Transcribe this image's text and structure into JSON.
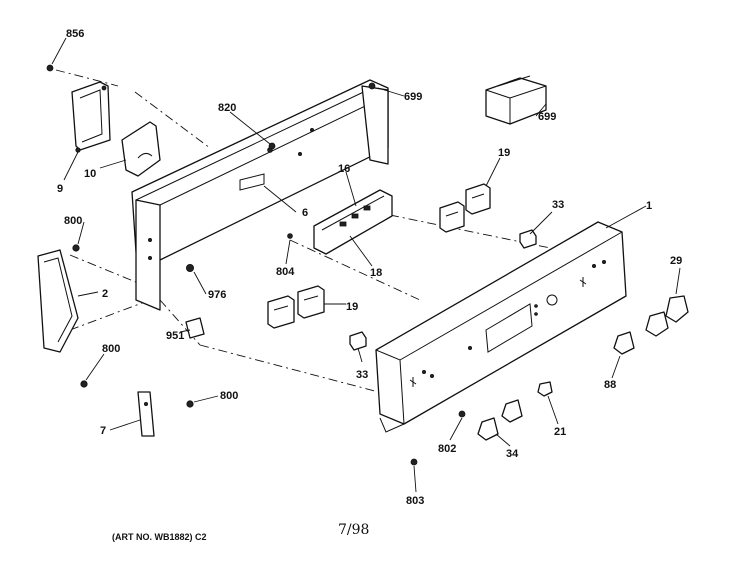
{
  "diagram": {
    "callouts": [
      {
        "id": "c856",
        "text": "856"
      },
      {
        "id": "c9",
        "text": "9"
      },
      {
        "id": "c10",
        "text": "10"
      },
      {
        "id": "c820",
        "text": "820"
      },
      {
        "id": "c699a",
        "text": "699"
      },
      {
        "id": "c699b",
        "text": "699"
      },
      {
        "id": "c6",
        "text": "6"
      },
      {
        "id": "c16",
        "text": "16"
      },
      {
        "id": "c19a",
        "text": "19"
      },
      {
        "id": "c33a",
        "text": "33"
      },
      {
        "id": "c1",
        "text": "1"
      },
      {
        "id": "c800a",
        "text": "800"
      },
      {
        "id": "c2",
        "text": "2"
      },
      {
        "id": "c976",
        "text": "976"
      },
      {
        "id": "c804",
        "text": "804"
      },
      {
        "id": "c18",
        "text": "18"
      },
      {
        "id": "c19b",
        "text": "19"
      },
      {
        "id": "c29",
        "text": "29"
      },
      {
        "id": "c951",
        "text": "951"
      },
      {
        "id": "c800b",
        "text": "800"
      },
      {
        "id": "c33b",
        "text": "33"
      },
      {
        "id": "c88",
        "text": "88"
      },
      {
        "id": "c800c",
        "text": "800"
      },
      {
        "id": "c7",
        "text": "7"
      },
      {
        "id": "c802",
        "text": "802"
      },
      {
        "id": "c34",
        "text": "34"
      },
      {
        "id": "c21",
        "text": "21"
      },
      {
        "id": "c803",
        "text": "803"
      }
    ],
    "art_number": "(ART NO. WB1882) C2",
    "date_code": "7/98"
  }
}
